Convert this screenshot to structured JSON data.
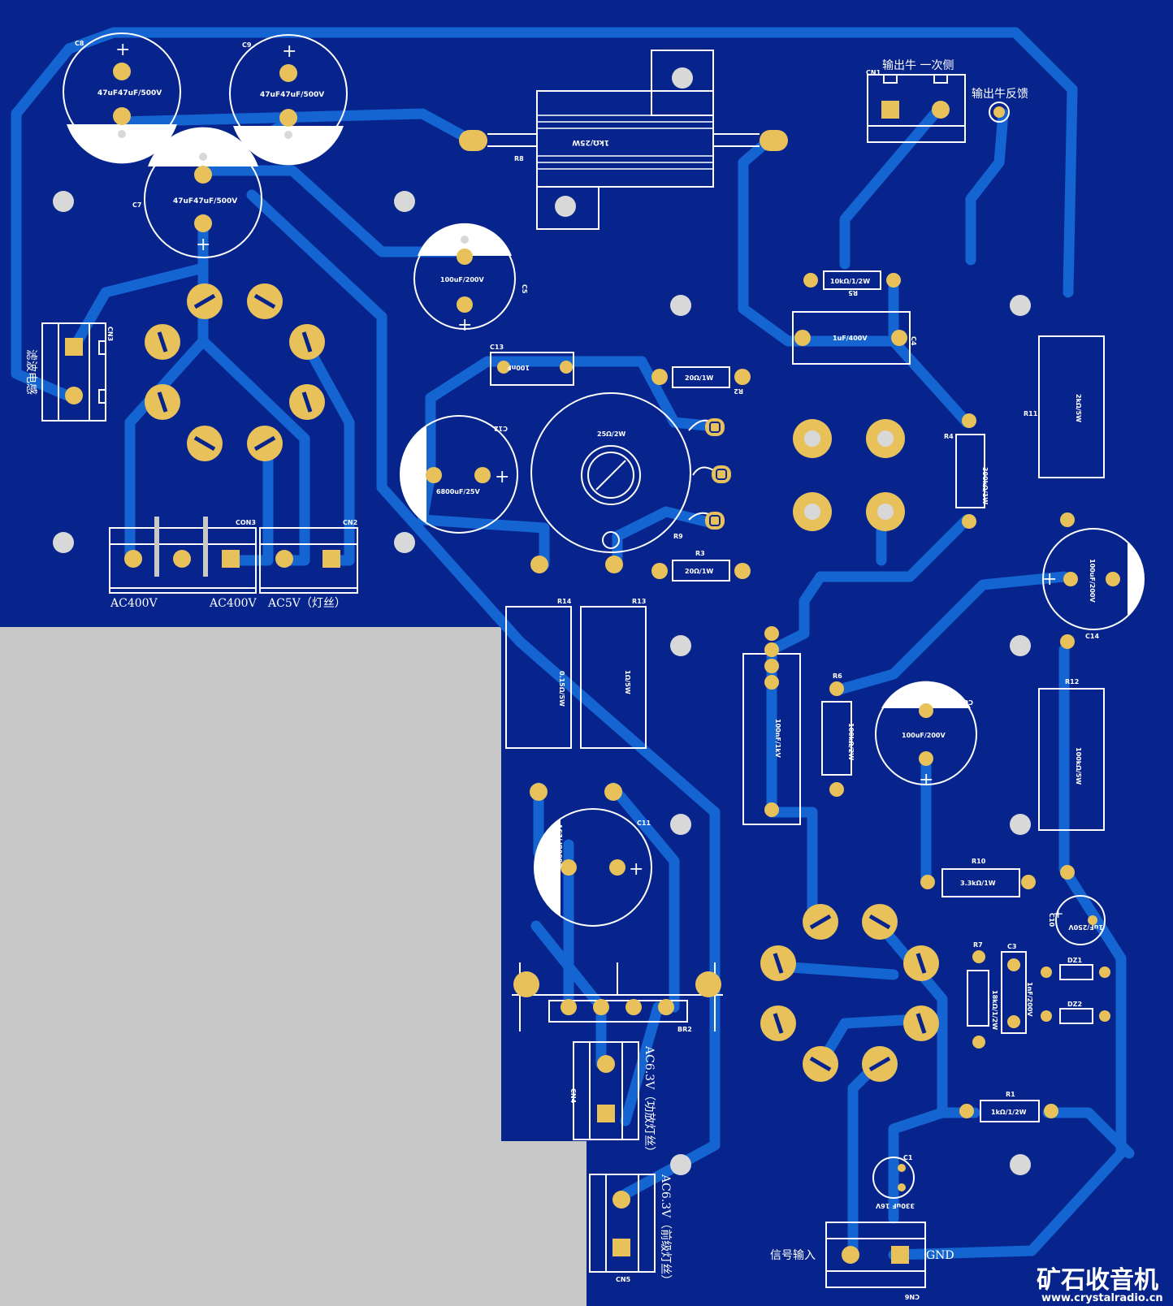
{
  "board": {
    "colors": {
      "substrate": "#06248c",
      "trace": "#1464d2",
      "pad": "#e8c15a",
      "silk": "#ffffff",
      "background": "#c8c8c8"
    }
  },
  "refdes": {
    "c8": "C8",
    "c9": "C9",
    "c7": "C7",
    "c5": "C5",
    "c13": "C13",
    "c12": "C12",
    "c11": "C11",
    "c14": "C14",
    "c6": "C6",
    "c4": "C4",
    "c3": "C3",
    "c10": "C10",
    "c1": "C1",
    "r8": "R8",
    "r5": "R5",
    "r2": "R2",
    "r3": "R3",
    "r4": "R4",
    "r9": "R9",
    "r11": "R11",
    "r14": "R14",
    "r13": "R13",
    "r6": "R6",
    "r12": "R12",
    "r10": "R10",
    "r7": "R7",
    "r1": "R1",
    "cn1": "CN1",
    "cn2": "CN2",
    "cn3": "CN3",
    "con3": "CON3",
    "cn4": "CN4",
    "cn5": "CN5",
    "cn6": "CN6",
    "br2": "BR2",
    "dz1": "DZ1",
    "dz2": "DZ2"
  },
  "values": {
    "c8": "47uF47uF/500V",
    "c9": "47uF47uF/500V",
    "c7": "47uF47uF/500V",
    "c5": "100uF/200V",
    "c13": "100nF",
    "c12": "6800uF/25V",
    "c11": "6800uF/25V",
    "c14": "100uF/200V",
    "c6": "100uF/200V",
    "c4": "1uF/400V",
    "c3": "1nF/200V",
    "c10": "1uF/250V",
    "c1": "330uF 16V",
    "r8": "1kΩ/25W",
    "r5": "10kΩ/1/2W",
    "r2": "20Ω/1W",
    "r3": "20Ω/1W",
    "r4": "390kΩ/1W",
    "r9": "25Ω/2W",
    "r11": "2kΩ/5W",
    "r14": "0.15Ω/5W",
    "r13": "1Ω/5W",
    "r6": "100kΩ/2W",
    "c2": "100nF/1kV",
    "r12": "100kΩ/5W",
    "r10": "3.3kΩ/1W",
    "r7": "18kΩ/1/2W",
    "r1": "1kΩ/1/2W"
  },
  "labels": {
    "cn1_primary": "输出牛  一次侧",
    "feedback": "输出牛反馈",
    "filter_inductor": "滤波电感",
    "ac400_left": "AC400V",
    "ac400_right": "AC400V",
    "ac5": "AC5V（灯丝）",
    "ac63_power": "AC6.3V（功放灯丝）",
    "ac63_pre": "AC6.3V（前级灯丝）",
    "signal_in": "信号输入",
    "gnd": "GND"
  },
  "watermark": {
    "title": "矿石收音机",
    "url": "www.crystalradio.cn"
  }
}
